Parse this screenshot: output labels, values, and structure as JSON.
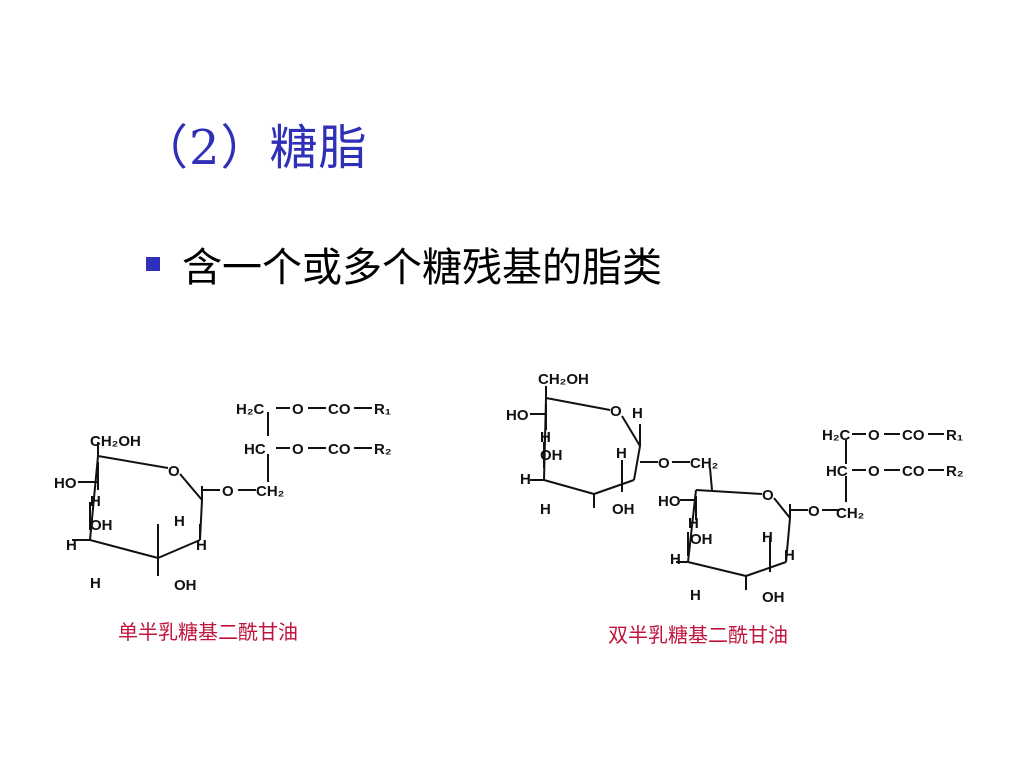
{
  "slide": {
    "title": "（2）糖脂",
    "bullet": "含一个或多个糖残基的脂类",
    "accent_color": "#2f2fb8",
    "caption_color": "#c0143c",
    "bullet_icon": "square-bullet-icon"
  },
  "mono": {
    "caption": "单半乳糖基二酰甘油",
    "labels": {
      "ch2oh": "CH₂OH",
      "ho": "HO",
      "h_c4": "H",
      "oh_c3": "OH",
      "h_c3_down": "H",
      "h_c4_down": "H",
      "h_c2": "H",
      "h_c1": "H",
      "oh_c2": "OH",
      "o_ring": "O",
      "o_link": "O",
      "ch2_link": "CH₂",
      "h2c": "H₂C",
      "o_a": "O",
      "co_a": "CO",
      "r1": "R₁",
      "hc": "HC",
      "o_b": "O",
      "co_b": "CO",
      "r2": "R₂"
    }
  },
  "di": {
    "caption": "双半乳糖基二酰甘油",
    "labels": {
      "ch2oh": "CH₂OH",
      "ho": "HO",
      "h_c4": "H",
      "oh_c3": "OH",
      "h_c3_down": "H",
      "h_c4_down": "H",
      "h_c2": "H",
      "h_c1": "H",
      "oh_c2": "OH",
      "o_ring": "O",
      "o_link": "O",
      "ch2_link": "CH₂",
      "ho2": "HO",
      "h2_c4": "H",
      "oh2_c3": "OH",
      "h2_c3_down": "H",
      "h2_c4_down": "H",
      "h2_c2": "H",
      "h2_c1": "H",
      "oh2_c2": "OH",
      "o2_ring": "O",
      "o2_link": "O",
      "ch2_link2": "CH₂",
      "h2c": "H₂C",
      "o_a": "O",
      "co_a": "CO",
      "r1": "R₁",
      "hc": "HC",
      "o_b": "O",
      "co_b": "CO",
      "r2": "R₂"
    }
  }
}
